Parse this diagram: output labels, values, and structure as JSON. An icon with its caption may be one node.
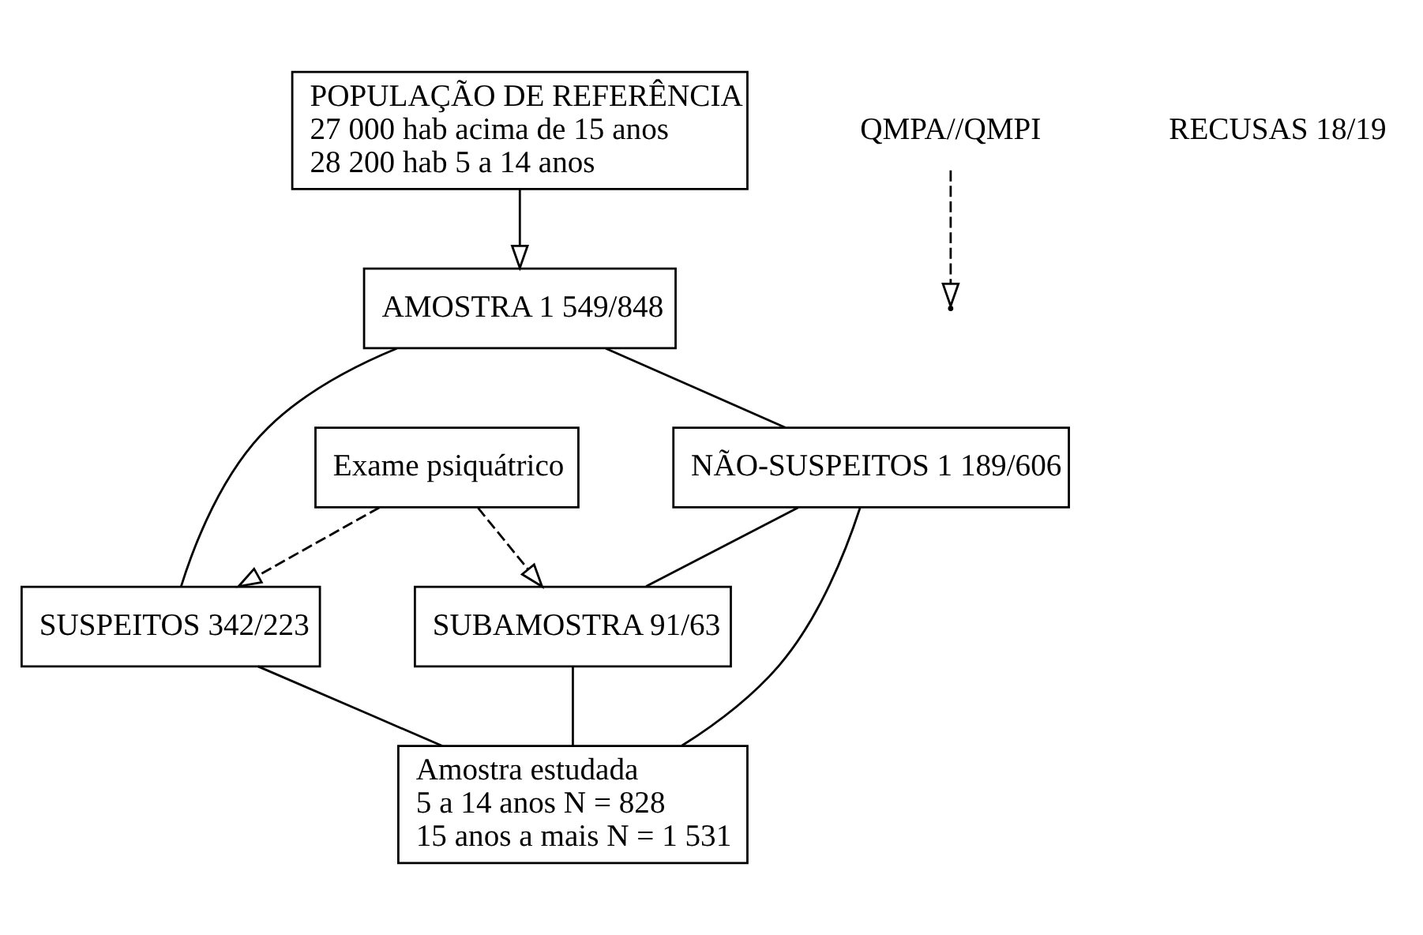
{
  "diagram": {
    "nodes": [
      {
        "text": [
          "POPULAÇÃO DE REFERÊNCIA",
          "27 000 hab acima de 15 anos",
          "28 200 hab 5 a 14 anos"
        ]
      },
      {
        "text": [
          "AMOSTRA 1 549/848"
        ]
      },
      {
        "text": [
          "QMPA//QMPI"
        ]
      },
      {
        "text": [
          "SUSPEITOS 342/223"
        ]
      },
      {
        "text": [
          "NÃO-SUSPEITOS 1 189/606"
        ]
      },
      {
        "text": [
          "SUBAMOSTRA 91/63"
        ]
      },
      {
        "text": [
          "Exame psiquátrico"
        ]
      },
      {
        "text": [
          "Amostra estudada",
          "5 a 14 anos N = 828",
          "15 anos a mais N = 1 531"
        ]
      }
    ],
    "edges": [
      {
        "from": 0,
        "to": 1,
        "arrow": "to"
      },
      {
        "from": 2,
        "to": null,
        "arrow": "to",
        "style": "dashed"
      },
      {
        "from": 1,
        "to": 3,
        "arrow": "none"
      },
      {
        "from": 1,
        "to": 4,
        "arrow": "none"
      },
      {
        "from": 4,
        "to": 5,
        "arrow": "none"
      },
      {
        "from": 6,
        "to": 3,
        "arrow": "to",
        "style": "dashed"
      },
      {
        "from": 6,
        "to": 5,
        "arrow": "to",
        "style": "dashed"
      },
      {
        "from": 3,
        "to": 7,
        "arrow": "none"
      },
      {
        "from": 5,
        "to": 7,
        "arrow": "none"
      },
      {
        "from": 4,
        "to": 7,
        "arrow": "none"
      }
    ],
    "labels": [
      "RECUSAS 18/19"
    ]
  }
}
